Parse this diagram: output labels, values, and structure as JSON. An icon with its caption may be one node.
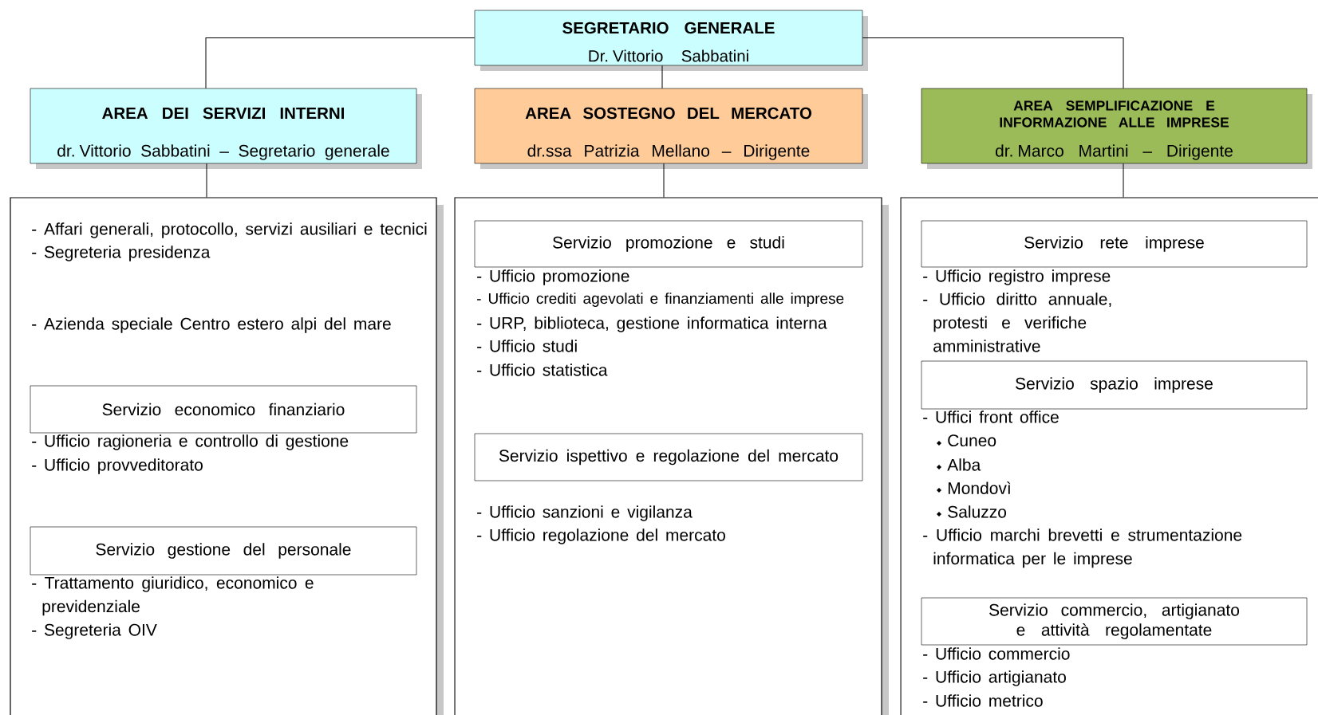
{
  "diagram": {
    "nodes": [
      {
        "text": [
          "SEGRETARIO GENERALE",
          "Dr. Vittorio Sabbatini"
        ]
      },
      {
        "text": [
          "AREA DEI SERVIZI INTERNI",
          "dr. Vittorio Sabbatini – Segretario generale"
        ]
      },
      {
        "text": [
          "AREA SOSTEGNO DEL MERCATO",
          "dr.ssa Patrizia Mellano – Dirigente"
        ]
      },
      {
        "text": [
          "AREA SEMPLIFICAZIONE E INFORMAZIONE ALLE IMPRESE",
          "dr. Marco Martini – Dirigente"
        ]
      },
      {
        "text": [
          "- Affari generali, protocollo, servizi ausiliari e tecnici",
          "- Segreteria presidenza",
          "- Azienda speciale Centro estero alpi del mare",
          "- Ufficio ragioneria e controllo di gestione",
          "- Ufficio provveditorato",
          "- Trattamento giuridico, economico e previdenziale",
          "- Segreteria OIV"
        ]
      },
      {
        "text": [
          "Servizio economico finanziario"
        ],
        "in": 4
      },
      {
        "text": [
          "Servizio gestione del personale"
        ],
        "in": 4
      },
      {
        "text": [
          "- Ufficio promozione",
          "- Ufficio crediti agevolati e finanziamenti alle imprese",
          "- URP, biblioteca, gestione informatica interna",
          "- Ufficio studi",
          "- Ufficio statistica",
          "- Ufficio sanzioni e  vigilanza",
          "- Ufficio regolazione del mercato"
        ]
      },
      {
        "text": [
          "Servizio promozione e studi"
        ],
        "in": 7
      },
      {
        "text": [
          "Servizio ispettivo e regolazione  del mercato"
        ],
        "in": 7
      },
      {
        "text": [
          "- Ufficio registro imprese",
          "- Ufficio diritto annuale, protesti e verifiche amministrative",
          "- Uffici front office",
          "Cuneo",
          "Alba",
          "Mondovì",
          "Saluzzo",
          "- Ufficio marchi brevetti e strumentazione informatica per le imprese",
          "- Ufficio commercio",
          "- Ufficio artigianato",
          "- Ufficio metrico"
        ]
      },
      {
        "text": [
          "Servizio rete imprese"
        ],
        "in": 10
      },
      {
        "text": [
          "Servizio spazio imprese"
        ],
        "in": 10
      },
      {
        "text": [
          "Servizio commercio, artigianato e attività regolamentate"
        ],
        "in": 10
      }
    ],
    "edges": [
      {
        "from": 0,
        "to": 1,
        "arrow": "none"
      },
      {
        "from": 0,
        "to": 2,
        "arrow": "none"
      },
      {
        "from": 0,
        "to": 3,
        "arrow": "none"
      },
      {
        "from": 1,
        "to": 4,
        "arrow": "none"
      },
      {
        "from": 2,
        "to": 7,
        "arrow": "none"
      },
      {
        "from": 3,
        "to": 10,
        "arrow": "none"
      }
    ]
  }
}
